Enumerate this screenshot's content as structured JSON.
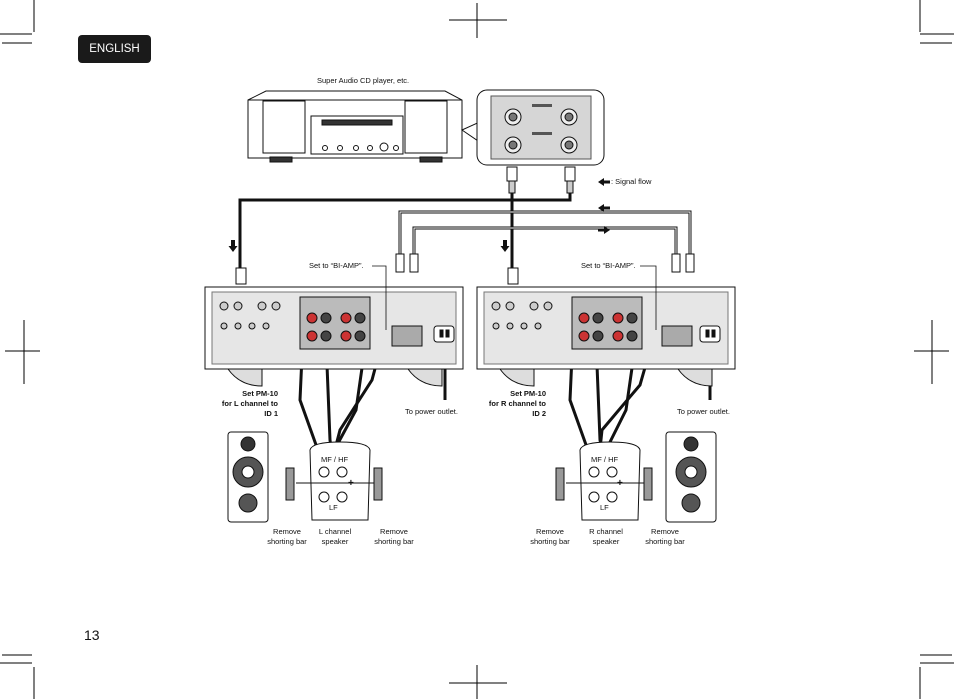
{
  "header": {
    "language_tab": "ENGLISH"
  },
  "page_number": "13",
  "diagram": {
    "source_label": "Super Audio CD player, etc.",
    "legend_label": ": Signal flow",
    "set_biamp_left": "Set to “BI-AMP”.",
    "set_biamp_right": "Set to “BI-AMP”.",
    "amp_left_line1": "Set PM-10",
    "amp_left_line2": "for L channel to",
    "amp_left_line3": "ID 1",
    "amp_right_line1": "Set PM-10",
    "amp_right_line2": "for R channel to",
    "amp_right_line3": "ID 2",
    "power_left": "To power outlet.",
    "power_right": "To power outlet.",
    "terminal_mfhf": "MF / HF",
    "terminal_lf": "LF",
    "plus_sign": "+",
    "remove_bar_line1": "Remove",
    "remove_bar_line2": "shorting bar",
    "l_speaker_line1": "L channel",
    "l_speaker_line2": "speaker",
    "r_speaker_line1": "R channel",
    "r_speaker_line2": "speaker"
  }
}
